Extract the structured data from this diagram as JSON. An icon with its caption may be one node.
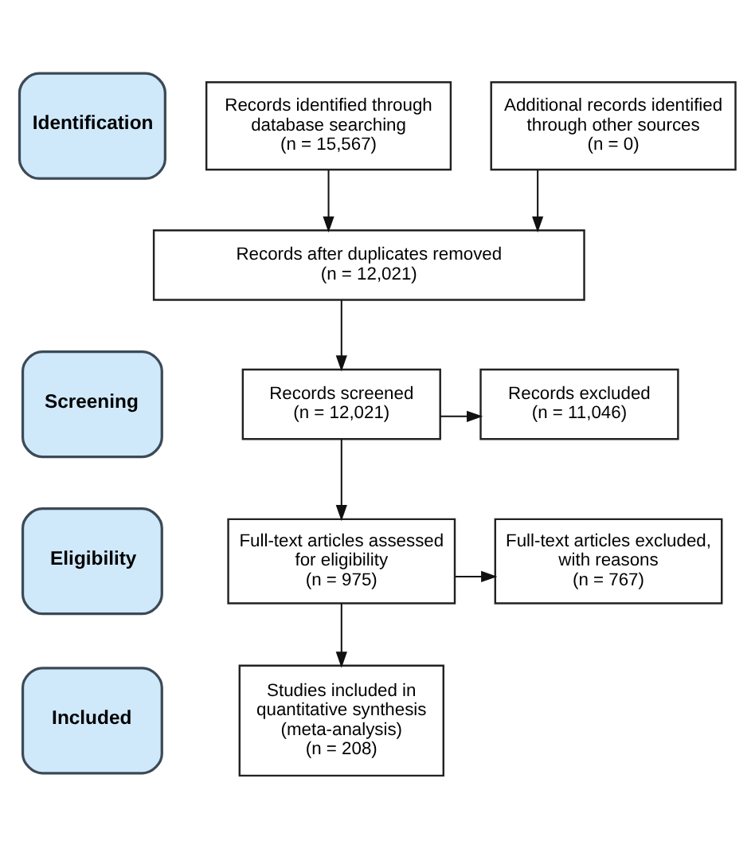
{
  "diagram": {
    "nodes": [
      {
        "text": [
          "Identification"
        ]
      },
      {
        "text": [
          "Records identified through database searching",
          "(n = 15,567)"
        ]
      },
      {
        "text": [
          "Additional records identified through other sources",
          "(n = 0)"
        ]
      },
      {
        "text": [
          "Records after duplicates removed",
          "(n = 12,021)"
        ]
      },
      {
        "text": [
          "Screening"
        ]
      },
      {
        "text": [
          "Records screened",
          "(n = 12,021)"
        ]
      },
      {
        "text": [
          "Records excluded",
          "(n = 11,046)"
        ]
      },
      {
        "text": [
          "Eligibility"
        ]
      },
      {
        "text": [
          "Full-text articles assessed for eligibility",
          "(n = 975)"
        ]
      },
      {
        "text": [
          "Full-text articles excluded, with reasons",
          "(n = 767)"
        ]
      },
      {
        "text": [
          "Included"
        ]
      },
      {
        "text": [
          "Studies included in quantitative synthesis (meta-analysis)",
          "(n = 208)"
        ]
      }
    ],
    "edges": [
      {
        "from": 1,
        "to": 3,
        "arrow": "to"
      },
      {
        "from": 2,
        "to": 3,
        "arrow": "to"
      },
      {
        "from": 3,
        "to": 5,
        "arrow": "to"
      },
      {
        "from": 5,
        "to": 6,
        "arrow": "to"
      },
      {
        "from": 5,
        "to": 8,
        "arrow": "to"
      },
      {
        "from": 8,
        "to": 9,
        "arrow": "to"
      },
      {
        "from": 8,
        "to": 11,
        "arrow": "to"
      }
    ]
  }
}
